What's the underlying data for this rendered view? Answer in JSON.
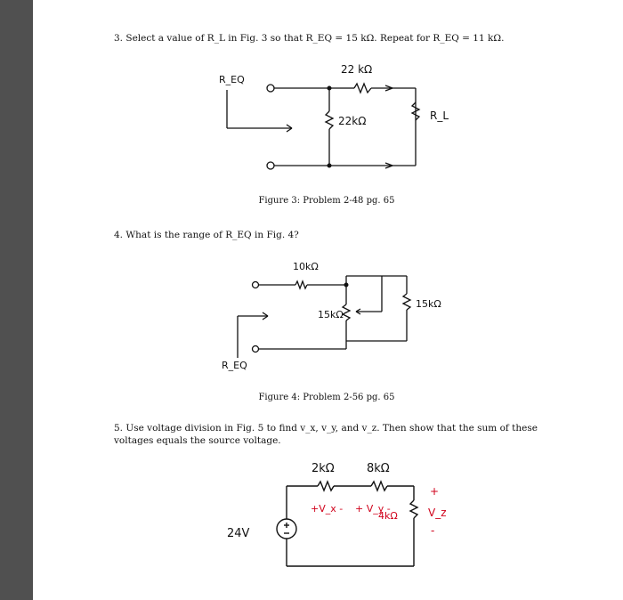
{
  "problems": {
    "p3": {
      "number": "3.",
      "text": "Select a value of R_L in Fig. 3 so that R_EQ = 15 kΩ. Repeat for R_EQ = 11 kΩ."
    },
    "p4": {
      "number": "4.",
      "text": "What is the range of R_EQ in Fig. 4?"
    },
    "p5": {
      "number": "5.",
      "text": "Use voltage division in Fig. 5 to find v_x, v_y, and v_z. Then show that the sum of these voltages equals the source voltage."
    }
  },
  "figure3": {
    "caption": "Figure 3: Problem 2-48 pg. 65",
    "labels": {
      "req": "R_EQ",
      "r_top": "22 kΩ",
      "r_mid": "22kΩ",
      "r_load": "R_L"
    }
  },
  "figure4": {
    "caption": "Figure 4: Problem 2-56 pg. 65",
    "labels": {
      "r_top": "10kΩ",
      "r_mid": "15kΩ",
      "r_right": "15kΩ",
      "req": "R_EQ"
    }
  },
  "figure5": {
    "labels": {
      "r1": "2kΩ",
      "r2": "8kΩ",
      "r3": "4kΩ",
      "source": "24V",
      "vx": "+V_x -",
      "vy": "+ V_y -",
      "vz": "V_z",
      "vz_plus": "+",
      "vz_minus": "-"
    }
  },
  "colors": {
    "ink": "#111111",
    "red_ink": "#d0021b",
    "sidebar": "#505050"
  }
}
